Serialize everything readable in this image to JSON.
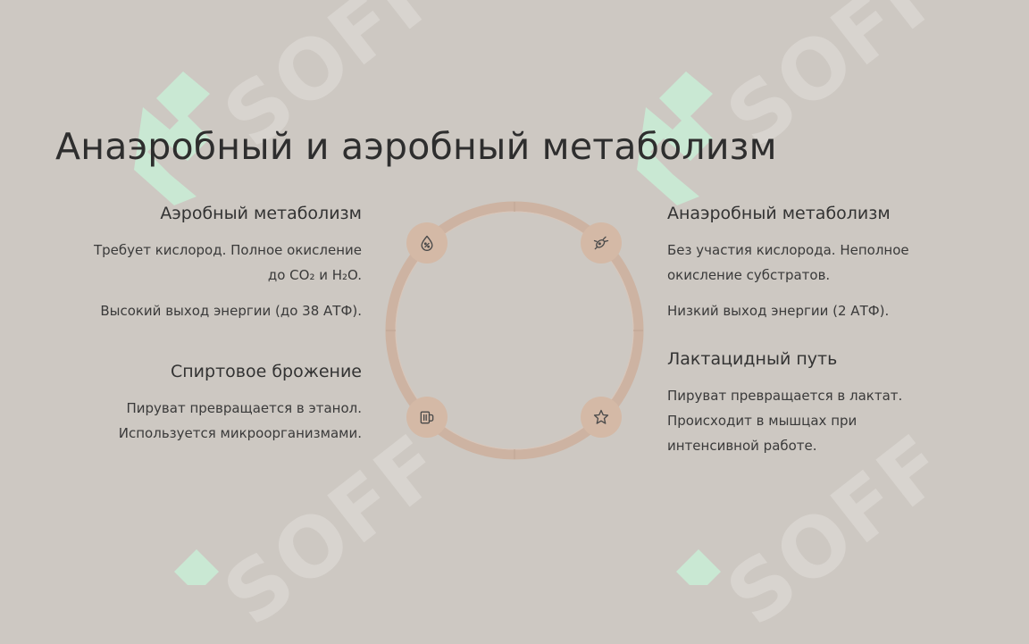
{
  "title": "Анаэробный и аэробный метаболизм",
  "watermark": "SOFF",
  "colors": {
    "background": "#cdc8c2",
    "ring": "#cdb3a2",
    "node": "#d4b9a6",
    "watermark_green": "#c9e8d3"
  },
  "blocks": {
    "aerobic": {
      "heading": "Аэробный метаболизм",
      "line1": "Требует кислород. Полное окисление",
      "line2": "до CO₂ и H₂O.",
      "line3": "Высокий выход энергии (до 38 АТФ)."
    },
    "alcohol": {
      "heading": "Спиртовое брожение",
      "line1": "Пируват превращается в этанол.",
      "line2": "Используется микроорганизмами."
    },
    "anaerobic": {
      "heading": "Анаэробный метаболизм",
      "line1": "Без участия кислорода. Неполное",
      "line2": "окисление субстратов.",
      "line3": "Низкий выход энергии (2 АТФ)."
    },
    "lactate": {
      "heading": "Лактацидный путь",
      "line1": "Пируват превращается в лактат.",
      "line2": "Происходит в мышцах при",
      "line3": "интенсивной работе."
    }
  },
  "icons": [
    "droplet-percent-icon",
    "bacteria-icon",
    "beer-mug-icon",
    "star-icon"
  ]
}
